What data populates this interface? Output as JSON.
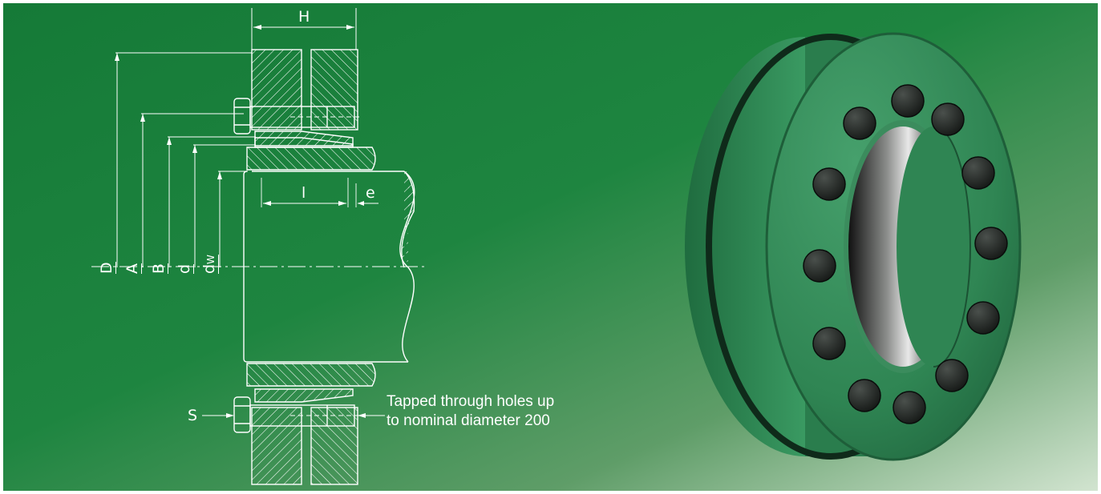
{
  "diagram": {
    "dimension_labels": {
      "H": "H",
      "D": "D",
      "A": "A",
      "B": "B",
      "d": "d",
      "dw_main": "d",
      "dw_sub": "W",
      "l": "l",
      "e": "e",
      "S": "S"
    },
    "note": {
      "line1": "Tapped through holes up",
      "line2": "to nominal diameter 200"
    }
  },
  "colors": {
    "background_dark": "#167a3a",
    "background_light": "#cfe2cc",
    "lines": "#ffffff",
    "ring_green": "#2f8a55",
    "bolt": "#1b1f1d"
  }
}
